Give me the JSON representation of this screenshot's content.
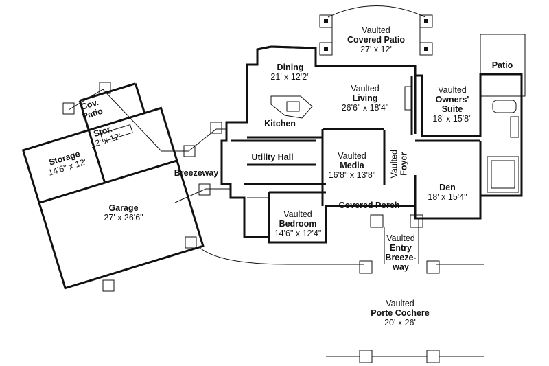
{
  "rooms": {
    "covered_patio": {
      "vaulted": "Vaulted",
      "name": "Covered Patio",
      "dims": "27' x 12'"
    },
    "dining": {
      "name": "Dining",
      "dims": "21' x 12'2\""
    },
    "living": {
      "vaulted": "Vaulted",
      "name": "Living",
      "dims": "26'6\" x 18'4\""
    },
    "kitchen": {
      "name": "Kitchen"
    },
    "owners_suite": {
      "vaulted": "Vaulted",
      "name": "Owners' Suite",
      "dims": "18' x 15'8\""
    },
    "patio": {
      "name": "Patio"
    },
    "cov_patio": {
      "name": "Cov. Patio"
    },
    "stor": {
      "name": "Stor.",
      "dims": "12' x 12'"
    },
    "storage": {
      "name": "Storage",
      "dims": "14'6\" x 12'"
    },
    "garage": {
      "name": "Garage",
      "dims": "27' x 26'6\""
    },
    "breezeway": {
      "name": "Breezeway"
    },
    "utility_hall": {
      "name": "Utility Hall"
    },
    "media": {
      "vaulted": "Vaulted",
      "name": "Media",
      "dims": "16'8\" x 13'8\""
    },
    "foyer": {
      "vaulted": "Vaulted",
      "name": "Foyer"
    },
    "den": {
      "name": "Den",
      "dims": "18' x 15'4\""
    },
    "covered_porch": {
      "name": "Covered Porch"
    },
    "bedroom": {
      "vaulted": "Vaulted",
      "name": "Bedroom",
      "dims": "14'6\" x 12'4\""
    },
    "entry_breezeway": {
      "vaulted": "Vaulted",
      "name": "Entry Breeze-way",
      "line1": "Entry",
      "line2": "Breeze-",
      "line3": "way"
    },
    "porte_cochere": {
      "vaulted": "Vaulted",
      "name": "Porte Cochere",
      "dims": "20' x 26'"
    }
  }
}
